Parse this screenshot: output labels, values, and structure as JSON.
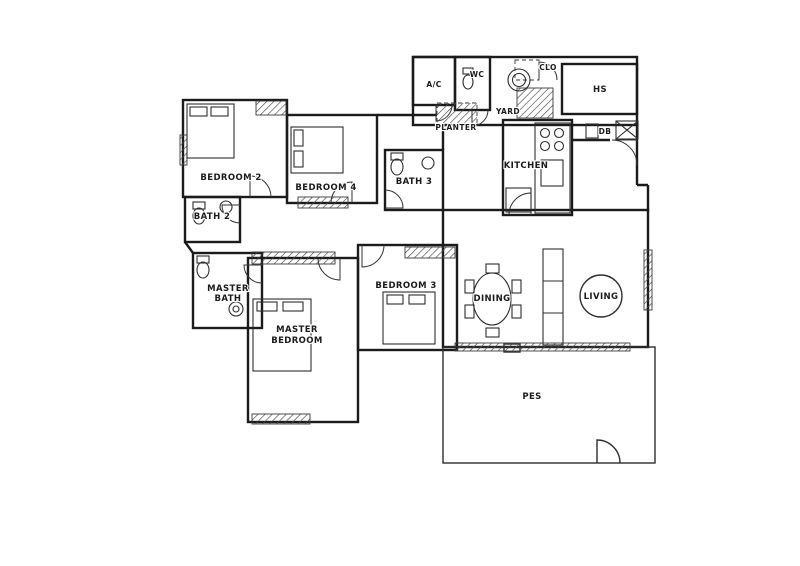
{
  "plan": {
    "rooms": {
      "bedroom_2": "BEDROOM 2",
      "bedroom_4": "BEDROOM 4",
      "bedroom_3": "BEDROOM 3",
      "master_bedroom_line1": "MASTER",
      "master_bedroom_line2": "BEDROOM",
      "master_bath_line1": "MASTER",
      "master_bath_line2": "BATH",
      "bath_2": "BATH 2",
      "bath_3": "BATH 3",
      "kitchen": "KITCHEN",
      "dining": "DINING",
      "living": "LIVING",
      "yard": "YARD",
      "planter": "PLANTER",
      "ac": "A/C",
      "wc": "WC",
      "clo": "CLO",
      "hs": "HS",
      "db": "DB",
      "pes": "PES"
    },
    "colors": {
      "wall": "#1b1b1b",
      "fixture": "#2e2e2e",
      "background": "#ffffff"
    }
  }
}
